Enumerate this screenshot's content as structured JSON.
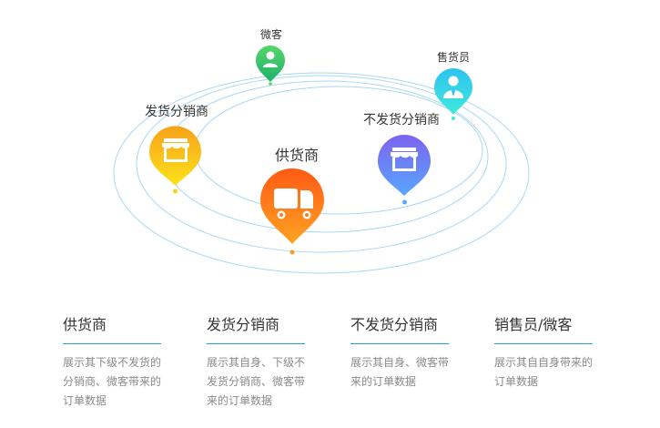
{
  "nodes": {
    "weike": {
      "label": "微客"
    },
    "shouhuoyuan": {
      "label": "售货员"
    },
    "fahuo_fenxiao": {
      "label": "发货分销商"
    },
    "bufahuo_fenxiao": {
      "label": "不发货分销商"
    },
    "gonghuo": {
      "label": "供货商"
    }
  },
  "columns": [
    {
      "title": "供货商",
      "desc": "展示其下级不发货的分销商、微客带来的订单数据"
    },
    {
      "title": "发货分销商",
      "desc": "展示其自身、下级不发货分销商、微客带来的订单数据"
    },
    {
      "title": "不发货分销商",
      "desc": "展示其自身、微客带来的订单数据"
    },
    {
      "title": "销售员/微客",
      "desc": "展示其自自身带来的订单数据"
    }
  ],
  "colors": {
    "orbit": "#a9d8f0",
    "rule": "#2a9fd8",
    "weike": [
      "#55d66a",
      "#20b06c"
    ],
    "shouhuoyuan": [
      "#2ec3f0",
      "#3fe9dc"
    ],
    "fahuo_fenxiao": [
      "#f7a21b",
      "#fce21a"
    ],
    "bufahuo_fenxiao": [
      "#7c63f0",
      "#58a7ff"
    ],
    "gonghuo": [
      "#ff5a14",
      "#ffa322"
    ]
  }
}
